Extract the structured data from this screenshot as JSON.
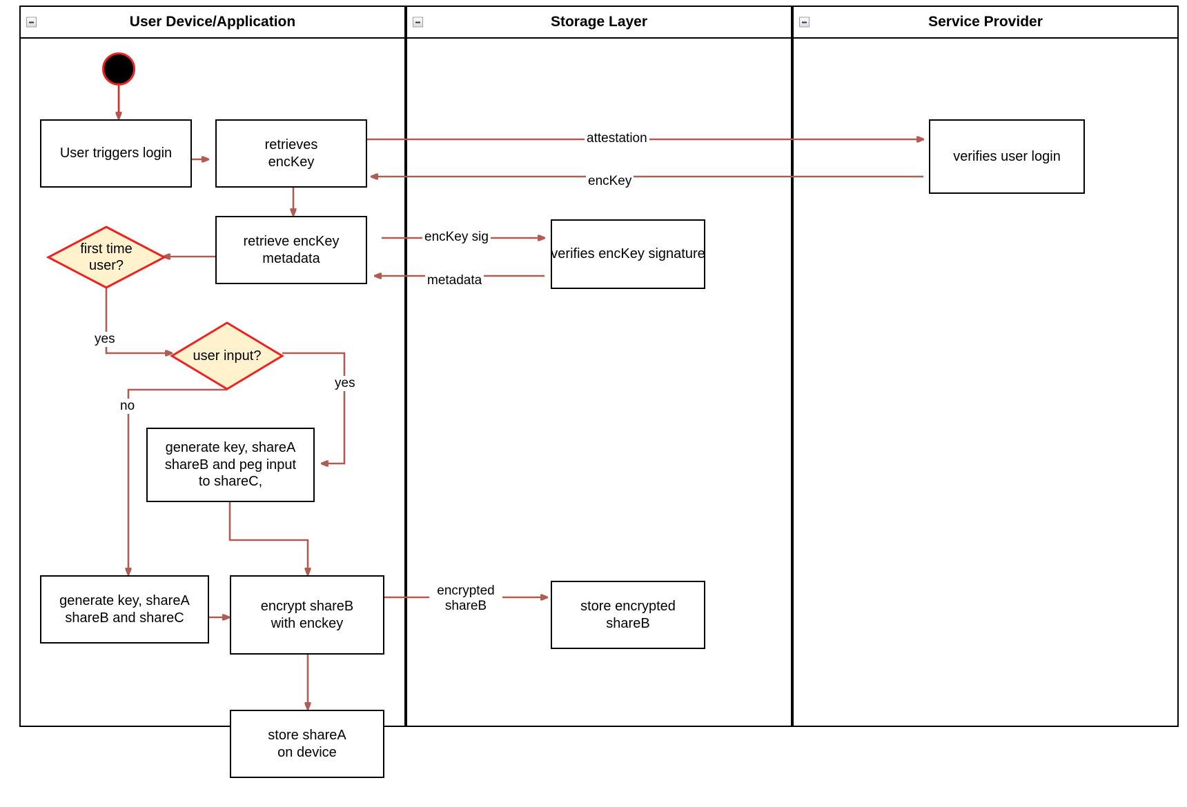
{
  "diagram": {
    "type": "uml-activity-swimlane",
    "title": "Login / key-share provisioning flow",
    "colors": {
      "node_border": "#000000",
      "node_fill": "#ffffff",
      "decision_fill": "#fff2cc",
      "decision_border": "#ee2222",
      "edge": "#b05a52",
      "start_edge": "#ee2222",
      "start_node_fill": "#000000",
      "start_node_ring": "#ee2222",
      "lane_border": "#000000"
    }
  },
  "lanes": [
    {
      "id": "user-device",
      "title": "User Device/Application",
      "collapse_icon": "minus-box-icon"
    },
    {
      "id": "storage-layer",
      "title": "Storage Layer",
      "collapse_icon": "minus-box-icon"
    },
    {
      "id": "service-provider",
      "title": "Service Provider",
      "collapse_icon": "minus-box-icon"
    }
  ],
  "nodes": [
    {
      "id": "start",
      "kind": "start",
      "lane": "user-device",
      "label": ""
    },
    {
      "id": "user-triggers-login",
      "kind": "action",
      "lane": "user-device",
      "label": "User triggers login"
    },
    {
      "id": "retrieves-enckey",
      "kind": "action",
      "lane": "user-device",
      "label": "retrieves\nencKey"
    },
    {
      "id": "retrieve-enckey-metadata",
      "kind": "action",
      "lane": "user-device",
      "label": "retrieve encKey\nmetadata"
    },
    {
      "id": "first-time-user",
      "kind": "decision",
      "lane": "user-device",
      "label": "first time\nuser?"
    },
    {
      "id": "user-input",
      "kind": "decision",
      "lane": "user-device",
      "label": "user input?"
    },
    {
      "id": "generate-peg",
      "kind": "action",
      "lane": "user-device",
      "label": "generate key, shareA\nshareB and peg input\nto shareC,"
    },
    {
      "id": "generate-shares",
      "kind": "action",
      "lane": "user-device",
      "label": "generate key, shareA\nshareB and shareC"
    },
    {
      "id": "encrypt-shareb",
      "kind": "action",
      "lane": "user-device",
      "label": "encrypt shareB\nwith enckey"
    },
    {
      "id": "store-sharea",
      "kind": "action",
      "lane": "user-device",
      "label": "store shareA\non device"
    },
    {
      "id": "verifies-enckey-signature",
      "kind": "action",
      "lane": "storage-layer",
      "label": "verifies encKey signature"
    },
    {
      "id": "store-encrypted-shareb",
      "kind": "action",
      "lane": "storage-layer",
      "label": "store encrypted\nshareB"
    },
    {
      "id": "verifies-user-login",
      "kind": "action",
      "lane": "service-provider",
      "label": "verifies user login"
    }
  ],
  "edges": [
    {
      "id": "e-start",
      "from": "start",
      "to": "user-triggers-login",
      "label": ""
    },
    {
      "id": "e-login-retr",
      "from": "user-triggers-login",
      "to": "retrieves-enckey",
      "label": ""
    },
    {
      "id": "e-attestation",
      "from": "retrieves-enckey",
      "to": "verifies-user-login",
      "label": "attestation"
    },
    {
      "id": "e-enckey-back",
      "from": "verifies-user-login",
      "to": "retrieves-enckey",
      "label": "encKey"
    },
    {
      "id": "e-retr-meta",
      "from": "retrieves-enckey",
      "to": "retrieve-enckey-metadata",
      "label": ""
    },
    {
      "id": "e-enckey-sig",
      "from": "retrieve-enckey-metadata",
      "to": "verifies-enckey-signature",
      "label": "encKey sig"
    },
    {
      "id": "e-metadata",
      "from": "verifies-enckey-signature",
      "to": "retrieve-enckey-metadata",
      "label": "metadata"
    },
    {
      "id": "e-meta-first",
      "from": "retrieve-enckey-metadata",
      "to": "first-time-user",
      "label": ""
    },
    {
      "id": "e-first-yes",
      "from": "first-time-user",
      "to": "user-input",
      "label": "yes"
    },
    {
      "id": "e-input-yes",
      "from": "user-input",
      "to": "generate-peg",
      "label": "yes"
    },
    {
      "id": "e-input-no",
      "from": "user-input",
      "to": "generate-shares",
      "label": "no"
    },
    {
      "id": "e-peg-encrypt",
      "from": "generate-peg",
      "to": "encrypt-shareb",
      "label": ""
    },
    {
      "id": "e-shares-encrypt",
      "from": "generate-shares",
      "to": "encrypt-shareb",
      "label": ""
    },
    {
      "id": "e-encrypted-shareb",
      "from": "encrypt-shareb",
      "to": "store-encrypted-shareb",
      "label": "encrypted\nshareB"
    },
    {
      "id": "e-store-sharea",
      "from": "encrypt-shareb",
      "to": "store-sharea",
      "label": ""
    }
  ],
  "edge_labels": {
    "attestation": "attestation",
    "enckey": "encKey",
    "enckey_sig": "encKey sig",
    "metadata": "metadata",
    "yes_first_time": "yes",
    "yes_user_input": "yes",
    "no_user_input": "no",
    "encrypted_shareb": "encrypted\nshareB"
  }
}
